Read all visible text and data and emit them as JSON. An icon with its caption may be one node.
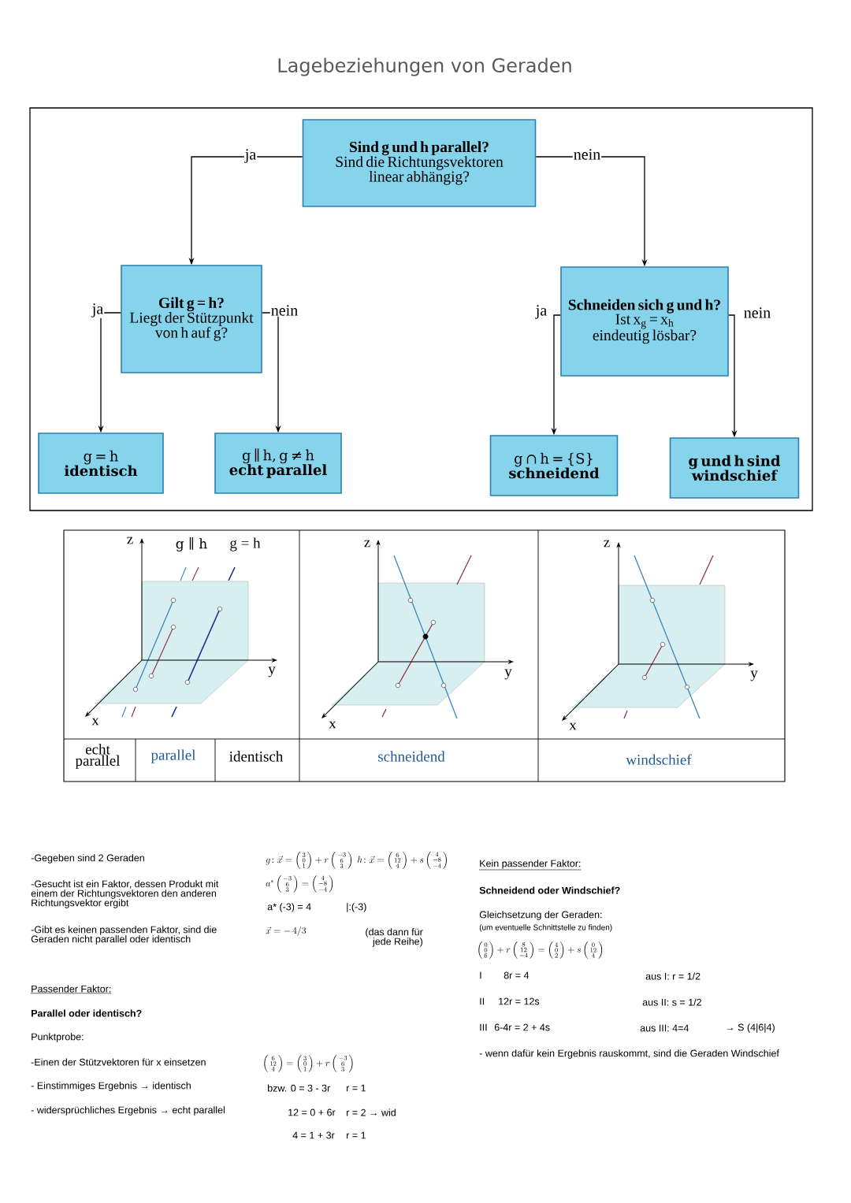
{
  "diagram": {
    "title": "Lagebeziehungen von Geraden",
    "nodes": [
      {
        "text": [
          "Sind g und h parallel?",
          "Sind die Richtungsvektoren linear abhängig?"
        ]
      },
      {
        "text": [
          "Gilt g = h?",
          "Liegt der Stützpunkt von h auf g?"
        ]
      },
      {
        "text": [
          "Schneiden sich g und h?",
          "Ist x$_{g}$ = x$_{h}$ eindeutig lösbar?"
        ]
      },
      {
        "text": [
          "g = h",
          "identisch"
        ]
      },
      {
        "text": [
          "g ∥ h, g ≠ h",
          "echt parallel"
        ]
      },
      {
        "text": [
          "g ∩ h = {S}",
          "schneidend"
        ]
      },
      {
        "text": [
          "g und h sind windschief"
        ]
      }
    ],
    "edges": [
      {
        "from": 0,
        "to": 1,
        "arrow": "to",
        "label": "ja"
      },
      {
        "from": 0,
        "to": 2,
        "arrow": "to",
        "label": "nein"
      },
      {
        "from": 1,
        "to": 3,
        "arrow": "to",
        "label": "ja"
      },
      {
        "from": 1,
        "to": 4,
        "arrow": "to",
        "label": "nein"
      },
      {
        "from": 2,
        "to": 5,
        "arrow": "to",
        "label": "ja"
      },
      {
        "from": 2,
        "to": 6,
        "arrow": "to",
        "label": "nein"
      }
    ],
    "labels": [
      "z",
      "g ∥ h",
      "g = h",
      "y",
      "x",
      "z",
      "y",
      "x",
      "z",
      "y",
      "x",
      "echt parallel",
      "parallel",
      "identisch",
      "schneidend",
      "windschief",
      "-Gegeben sind 2 Geraden",
      "-Gesucht ist ein Faktor, dessen Produkt mit einem der Richtungsvektoren den anderen Richtungsvektor ergibt",
      "-Gibt es keinen passenden Faktor, sind die Geraden nicht parallel oder identisch",
      "Passender Faktor:",
      "Parallel oder identisch?",
      "Punktprobe:",
      "-Einen der Stützvektoren für x einsetzen",
      "- Einstimmiges Ergebnis → identisch",
      "- widersprüchliches Ergebnis → echt parallel",
      "g\\colon \\vec{x}=\\left(\\begin{smallmatrix}3\\\\0\\\\1\\end{smallmatrix}\\right)+r\\left(\\begin{smallmatrix}-3\\\\6\\\\3\\end{smallmatrix}\\right)",
      "h\\colon \\vec{x}=\\left(\\begin{smallmatrix}6\\\\12\\\\4\\end{smallmatrix}\\right)+s\\left(\\begin{smallmatrix}4\\\\-8\\\\-4\\end{smallmatrix}\\right)",
      "a^{*}\\left(\\begin{smallmatrix}-3\\\\6\\\\3\\end{smallmatrix}\\right)=\\left(\\begin{smallmatrix}4\\\\-8\\\\-4\\end{smallmatrix}\\right)",
      "a* (-3) = 4",
      "|:(-3)",
      "\\vec{x}= -\\,4/3",
      "(das dann für jede Reihe)",
      "\\left(\\begin{smallmatrix}6\\\\12\\\\4\\end{smallmatrix}\\right)=\\left(\\begin{smallmatrix}3\\\\0\\\\1\\end{smallmatrix}\\right)+r\\left(\\begin{smallmatrix}-3\\\\6\\\\3\\end{smallmatrix}\\right)",
      "bzw. 0 = 3 - 3r",
      "r = 1",
      "12 = 0 + 6r",
      "r = 2 → wid",
      "4 = 1 + 3r",
      "r = 1",
      "Kein passender Faktor:",
      "Schneidend oder Windschief?",
      "Gleichsetzung der Geraden:",
      "(um eventuelle Schnittstelle zu finden)",
      "\\left(\\begin{smallmatrix}0\\\\0\\\\6\\end{smallmatrix}\\right)+r\\left(\\begin{smallmatrix}8\\\\12\\\\-4\\end{smallmatrix}\\right)=\\left(\\begin{smallmatrix}4\\\\0\\\\2\\end{smallmatrix}\\right)+s\\left(\\begin{smallmatrix}0\\\\12\\\\4\\end{smallmatrix}\\right)",
      "I",
      "8r =  4",
      "aus I:  r = 1/2",
      "II",
      "12r = 12s",
      "aus II:  s = 1/2",
      "III",
      "6-4r = 2 + 4s",
      "aus III:  4=4",
      "→ S (4|6|4)",
      "- wenn dafür kein Ergebnis rauskommt, sind die Geraden Windschief"
    ]
  }
}
